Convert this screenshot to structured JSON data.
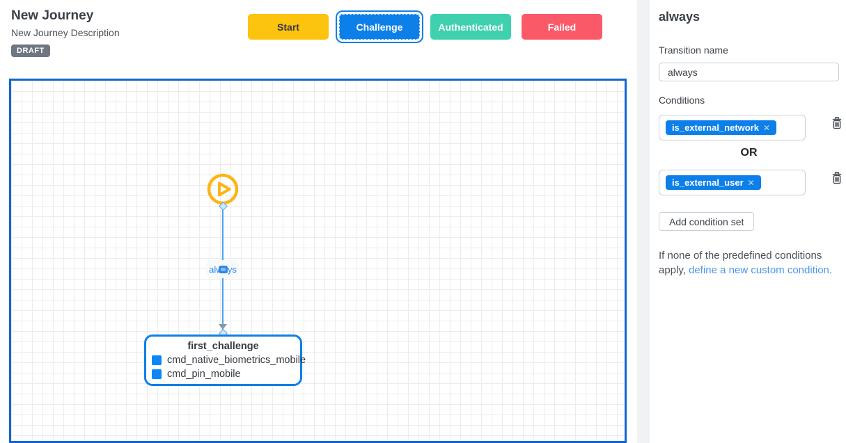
{
  "header": {
    "title": "New Journey",
    "subtitle": "New Journey Description",
    "status_badge": "DRAFT"
  },
  "toolbar": {
    "buttons": [
      {
        "label": "Start",
        "color": "#fcc30f",
        "text_color": "#343a40",
        "selected": false
      },
      {
        "label": "Challenge",
        "color": "#0d7fe8",
        "text_color": "#ffffff",
        "selected": true
      },
      {
        "label": "Authenticated",
        "color": "#3fd0af",
        "text_color": "#ffffff",
        "selected": false
      },
      {
        "label": "Failed",
        "color": "#fa5a68",
        "text_color": "#ffffff",
        "selected": false
      }
    ]
  },
  "canvas": {
    "start_node": {
      "icon": "play-icon",
      "color": "#fdb515"
    },
    "edge": {
      "label": "always",
      "color": "#4da3f5"
    },
    "node": {
      "title": "first_challenge",
      "items": [
        "cmd_native_biometrics_mobile",
        "cmd_pin_mobile"
      ],
      "border_color": "#0d7fe8"
    },
    "border_color": "#1266d2"
  },
  "panel": {
    "title": "always",
    "transition_name_label": "Transition name",
    "transition_name_value": "always",
    "conditions_label": "Conditions",
    "condition_sets": [
      {
        "chip": "is_external_network"
      },
      {
        "chip": "is_external_user"
      }
    ],
    "or_label": "OR",
    "add_condition_set_label": "Add condition set",
    "footnote_prefix": "If none of the predefined conditions apply, ",
    "footnote_link": "define a new custom condition."
  },
  "colors": {
    "accent_blue": "#0d7fe8",
    "edge_blue": "#4da3f5",
    "start_orange": "#fdb515",
    "badge_gray": "#6e7781",
    "link_blue": "#4b96e8"
  }
}
